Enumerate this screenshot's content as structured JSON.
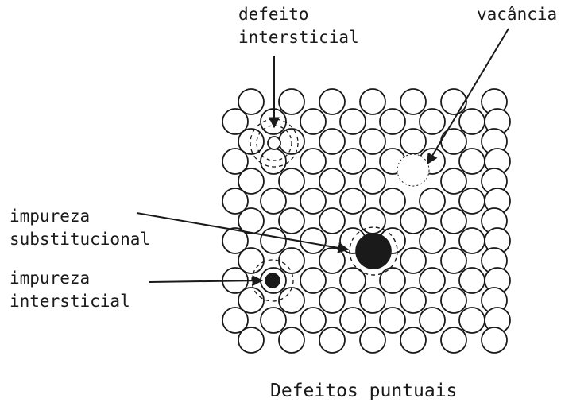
{
  "labels": {
    "interstitial_defect": [
      "defeito",
      "intersticial"
    ],
    "vacancy": [
      "vacância"
    ],
    "substitutional_impurity": [
      "impureza",
      "substitucional"
    ],
    "interstitial_impurity": [
      "impureza",
      "intersticial"
    ]
  },
  "caption": "Defeitos puntuais",
  "colors": {
    "ink": "#1a1a1a",
    "atom_fill": "#ffffff",
    "impurity_atom": "#1a1a1a",
    "background": "#ffffff"
  }
}
